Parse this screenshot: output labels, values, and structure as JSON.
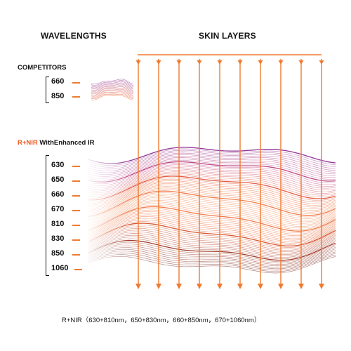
{
  "headers": {
    "wavelengths": "WAVELENGTHS",
    "skin_layers": "SKIN LAYERS"
  },
  "competitors": {
    "title": "COMPETITORS",
    "wavelengths": [
      "660",
      "850"
    ]
  },
  "rnir": {
    "title_highlight": "R+NIR",
    "title_rest": " WithEnhanced IR",
    "wavelengths": [
      "630",
      "650",
      "660",
      "670",
      "810",
      "830",
      "850",
      "1060"
    ]
  },
  "footer": "R+NIR（630+810nm，650+830nm，660+850nm，670+1060nm）",
  "colors": {
    "accent_orange": "#f07a2f",
    "purple": "#8b2a8f",
    "red_orange": "#ef5a24",
    "dark_brown": "#6e1e14"
  }
}
